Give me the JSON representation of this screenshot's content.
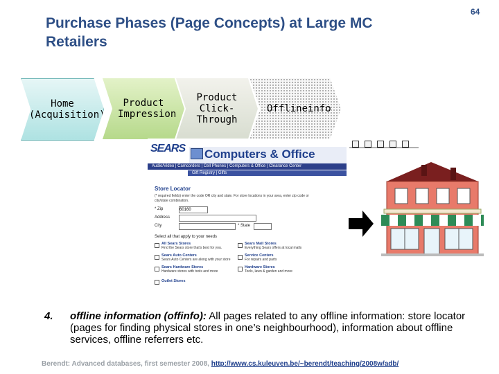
{
  "slide": {
    "title": "Purchase Phases (Page Concepts) at Large MC Retailers",
    "page_number": "64"
  },
  "phases": [
    {
      "label": "Home (Acquisition)"
    },
    {
      "label": "Product Impression"
    },
    {
      "label": "Product Click-Through"
    },
    {
      "label": "Offlineinfo"
    }
  ],
  "screenshot": {
    "logo": "SEARS",
    "header": "Computers & Office",
    "nav_primary": "Audio/Video | Camcorders | Cell Phones | Computers & Office | Clearance Center",
    "nav_secondary": "Gift Registry | Gifts",
    "section_title": "Store Locator",
    "section_note": "(* required fields) enter the code OR city and state. For store locations in your area, enter zip code or city/state combination.",
    "zip_label": "* Zip",
    "zip_value": "60160",
    "address_label": "Address",
    "city_label": "City",
    "state_label": "* State",
    "select_label": "Select all that apply to your needs",
    "stores": [
      {
        "name": "All Sears Stores",
        "desc": "Find the Sears store that's best for you."
      },
      {
        "name": "Sears Auto Centers",
        "desc": "Sears Auto Centers are along with your store"
      },
      {
        "name": "Sears Hardware Stores",
        "desc": "Hardware stores with tools and more"
      },
      {
        "name": "Outlet Stores",
        "desc": ""
      },
      {
        "name": "Sears Mall Stores",
        "desc": "Everything Sears offers at local malls"
      },
      {
        "name": "Service Centers",
        "desc": "For repairs and parts"
      },
      {
        "name": "Hardware Stores",
        "desc": "Tools, lawn & garden and more"
      }
    ]
  },
  "body": {
    "number": "4.",
    "term": "offline information (offinfo):",
    "text": " All pages related to any offline information: store locator (pages for finding physical stores in one’s neighbourhood), information about offline services, offline referrers etc."
  },
  "footer": {
    "text": "Berendt: Advanced databases, first semester 2008, ",
    "link": "http://www.cs.kuleuven.be/~berendt/teaching/2008w/adb/"
  }
}
